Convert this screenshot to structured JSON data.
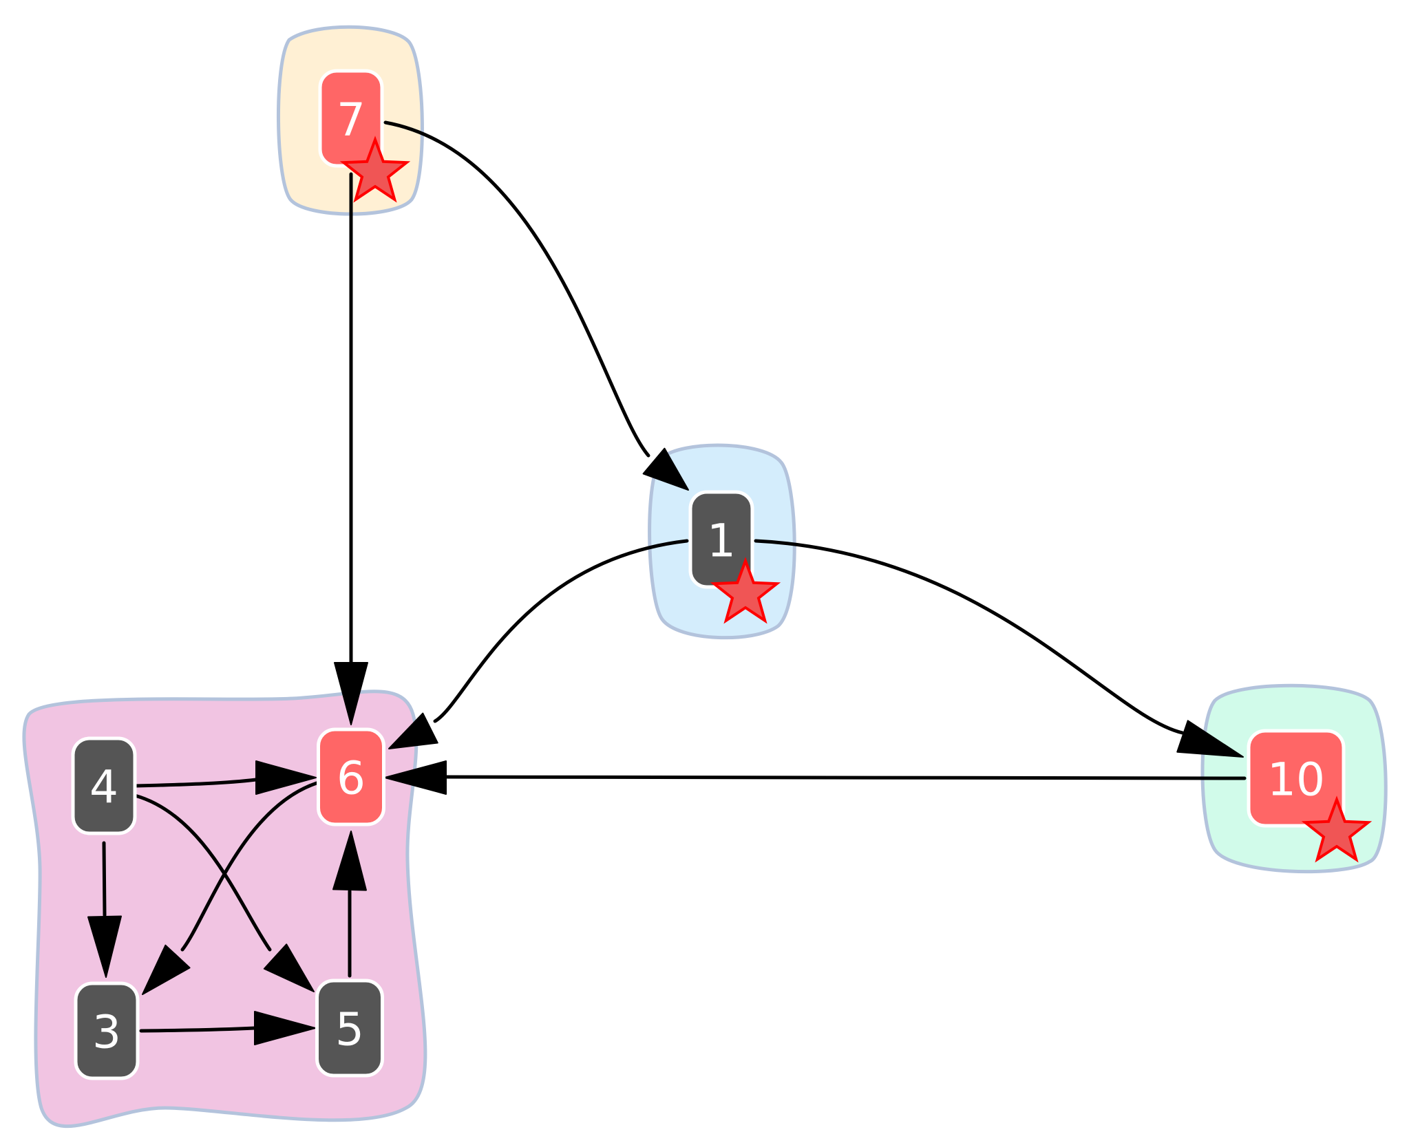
{
  "colors": {
    "highlight_node": "#ff6666",
    "normal_node": "#555555",
    "cluster_border": "#b3c3dc",
    "edge": "#000000",
    "star": "#ff0000"
  },
  "clusters": [
    {
      "id": "cluster-7",
      "fill": "#fff0d4"
    },
    {
      "id": "cluster-1",
      "fill": "#d4edfc"
    },
    {
      "id": "cluster-10",
      "fill": "#d1fbea"
    },
    {
      "id": "cluster-main",
      "fill": "#f1c4e2"
    }
  ],
  "nodes": [
    {
      "id": "7",
      "label": "7",
      "highlighted": true,
      "starred": true
    },
    {
      "id": "1",
      "label": "1",
      "highlighted": false,
      "starred": true
    },
    {
      "id": "10",
      "label": "10",
      "highlighted": true,
      "starred": true
    },
    {
      "id": "6",
      "label": "6",
      "highlighted": true,
      "starred": false
    },
    {
      "id": "4",
      "label": "4",
      "highlighted": false,
      "starred": false
    },
    {
      "id": "3",
      "label": "3",
      "highlighted": false,
      "starred": false
    },
    {
      "id": "5",
      "label": "5",
      "highlighted": false,
      "starred": false
    }
  ],
  "edges": [
    {
      "from": "7",
      "to": "6"
    },
    {
      "from": "7",
      "to": "1"
    },
    {
      "from": "1",
      "to": "6"
    },
    {
      "from": "1",
      "to": "10"
    },
    {
      "from": "10",
      "to": "6"
    },
    {
      "from": "4",
      "to": "6"
    },
    {
      "from": "4",
      "to": "5"
    },
    {
      "from": "4",
      "to": "3"
    },
    {
      "from": "6",
      "to": "3"
    },
    {
      "from": "3",
      "to": "5"
    },
    {
      "from": "5",
      "to": "6"
    }
  ]
}
